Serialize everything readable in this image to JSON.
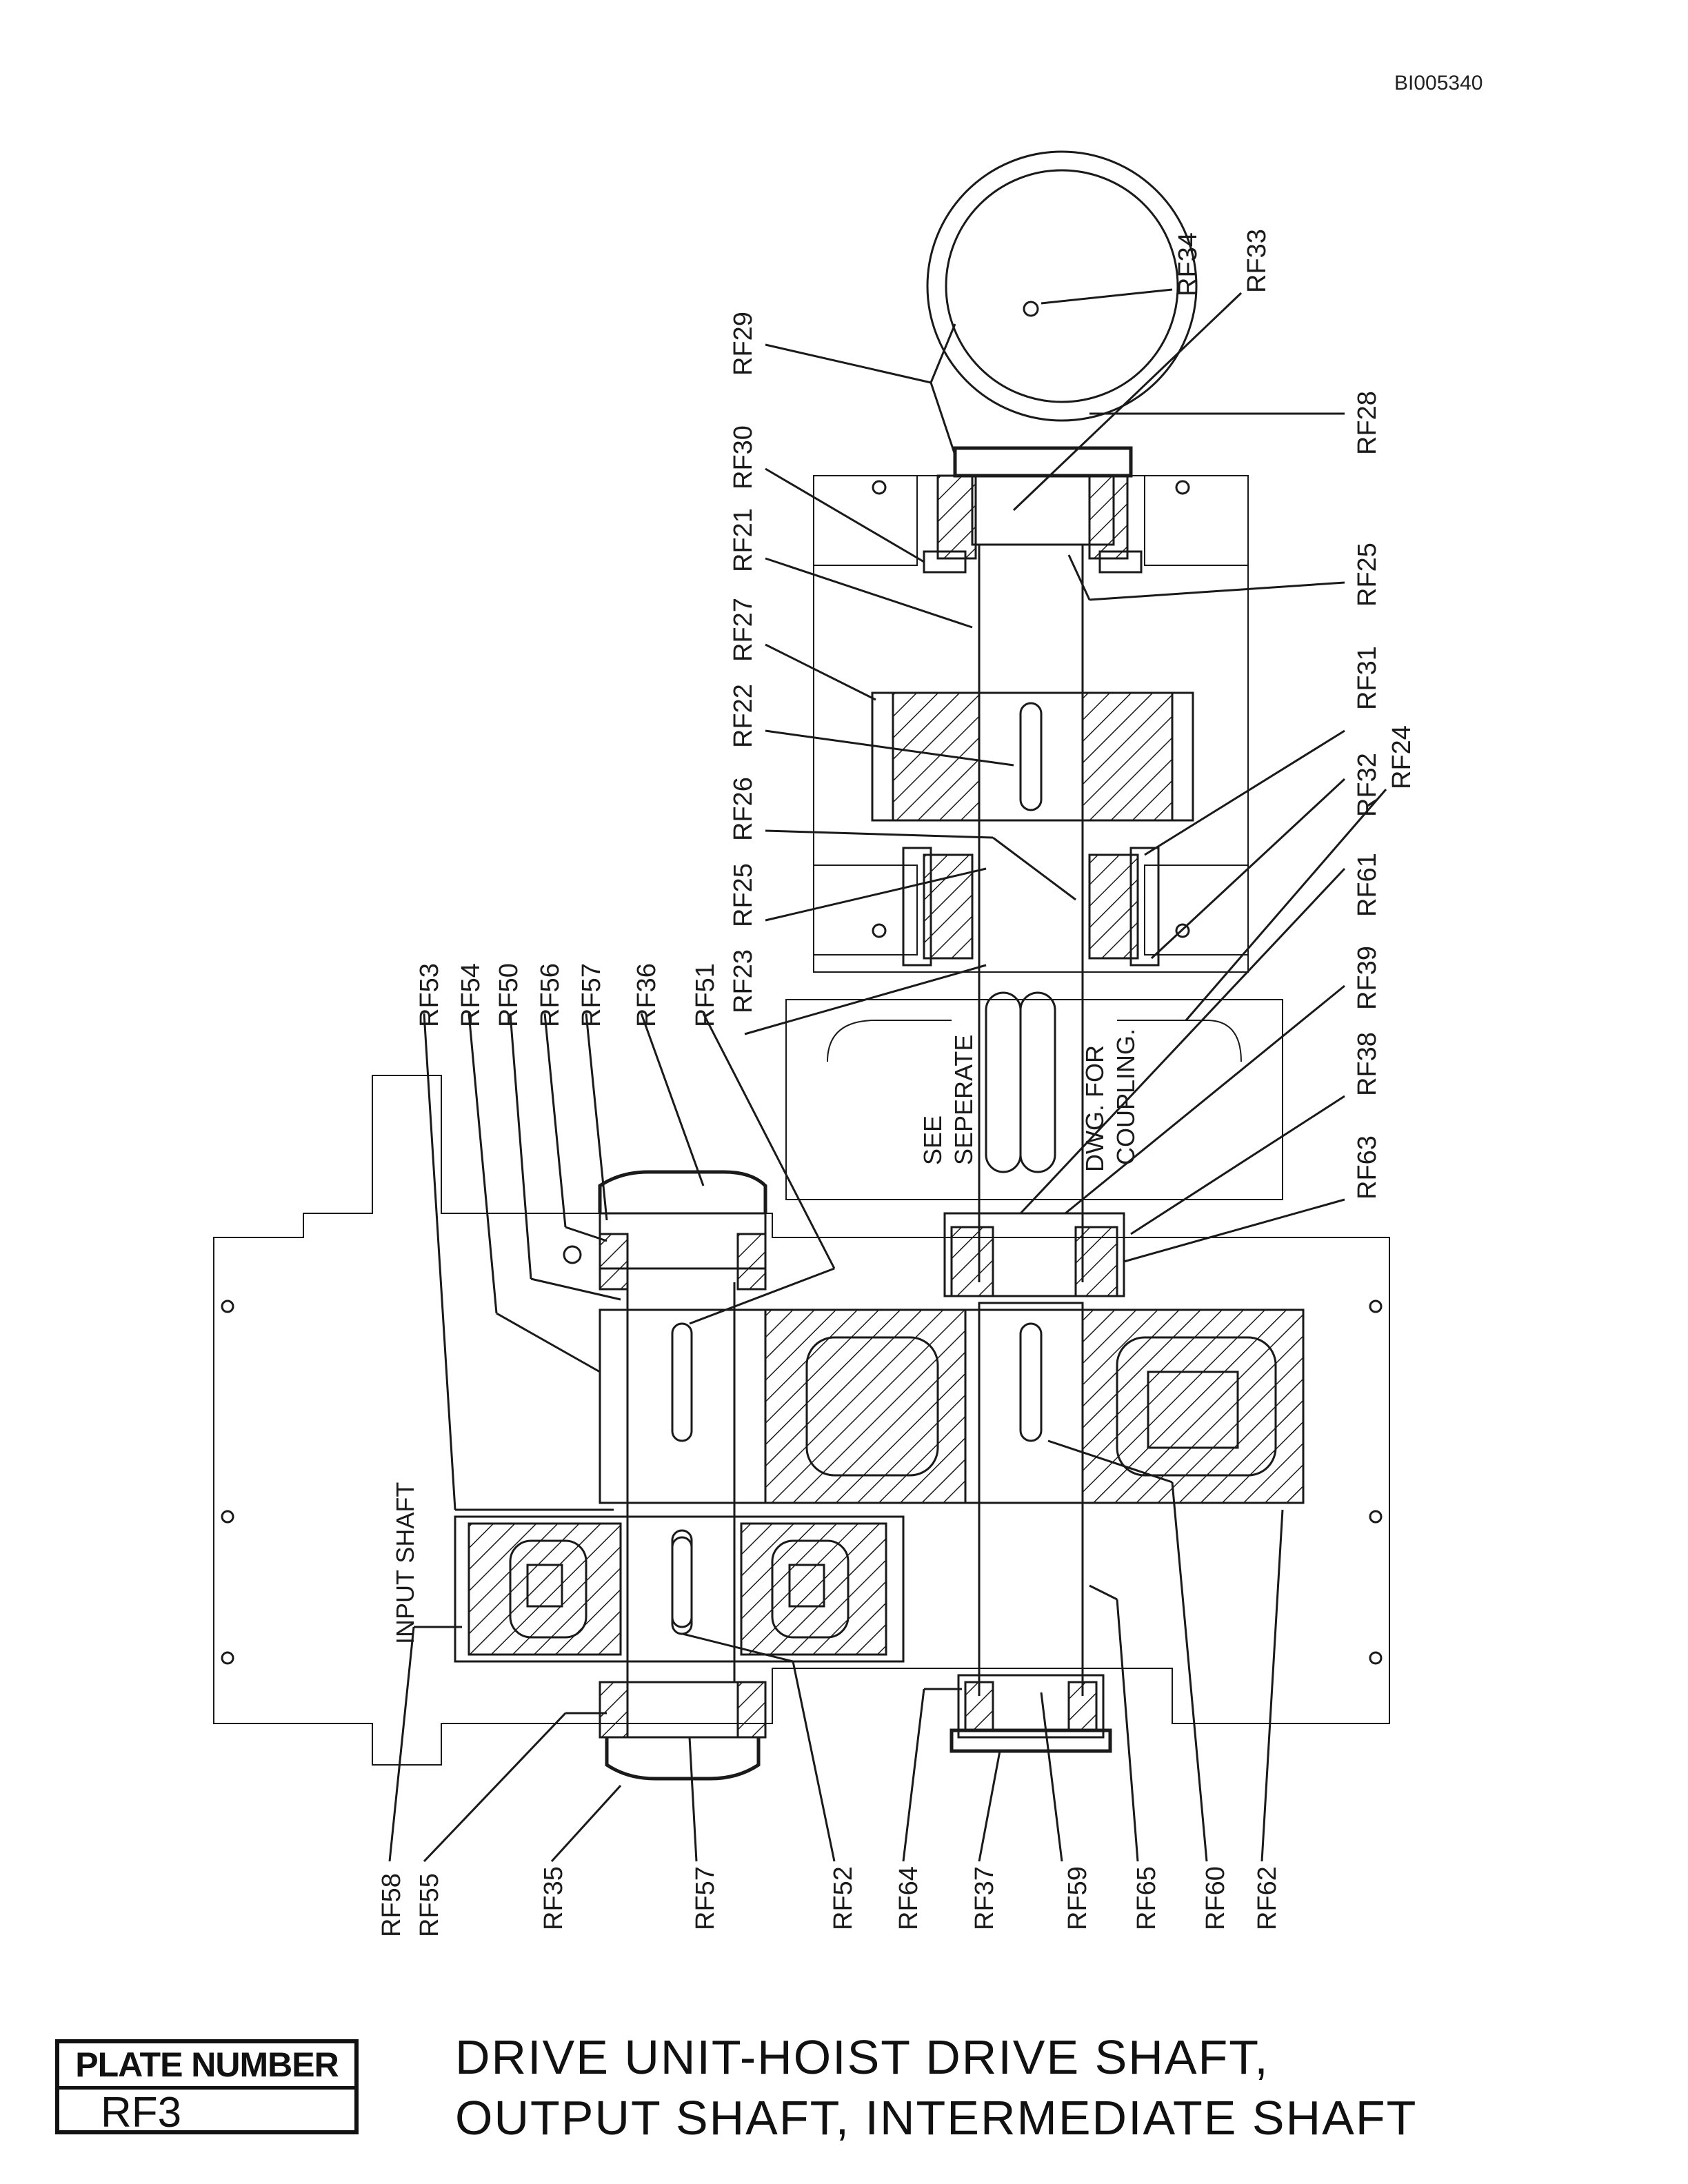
{
  "document_id": "BI005340",
  "plate": {
    "header": "PLATE NUMBER",
    "number": "RF3"
  },
  "title": {
    "line1": "DRIVE UNIT-HOIST DRIVE SHAFT,",
    "line2": "OUTPUT SHAFT, INTERMEDIATE SHAFT"
  },
  "notes": {
    "input_shaft": "INPUT SHAFT",
    "coupling_note_1": "SEE",
    "coupling_note_2": "SEPERATE",
    "coupling_note_3": "DWG.  FOR",
    "coupling_note_4": "COUPLING."
  },
  "callouts": {
    "top_left": [
      "RF29",
      "RF30",
      "RF21",
      "RF27",
      "RF22",
      "RF26",
      "RF25",
      "RF23"
    ],
    "top_right": [
      "RF34",
      "RF33",
      "RF28",
      "RF25",
      "RF31",
      "RF32",
      "RF24",
      "RF61",
      "RF39",
      "RF38",
      "RF63"
    ],
    "middle_top": [
      "RF53",
      "RF54",
      "RF50",
      "RF56",
      "RF57",
      "RF36",
      "RF51"
    ],
    "bottom": [
      "RF58",
      "RF55",
      "RF35",
      "RF57",
      "RF52",
      "RF64",
      "RF37",
      "RF59",
      "RF65",
      "RF60",
      "RF62"
    ]
  }
}
